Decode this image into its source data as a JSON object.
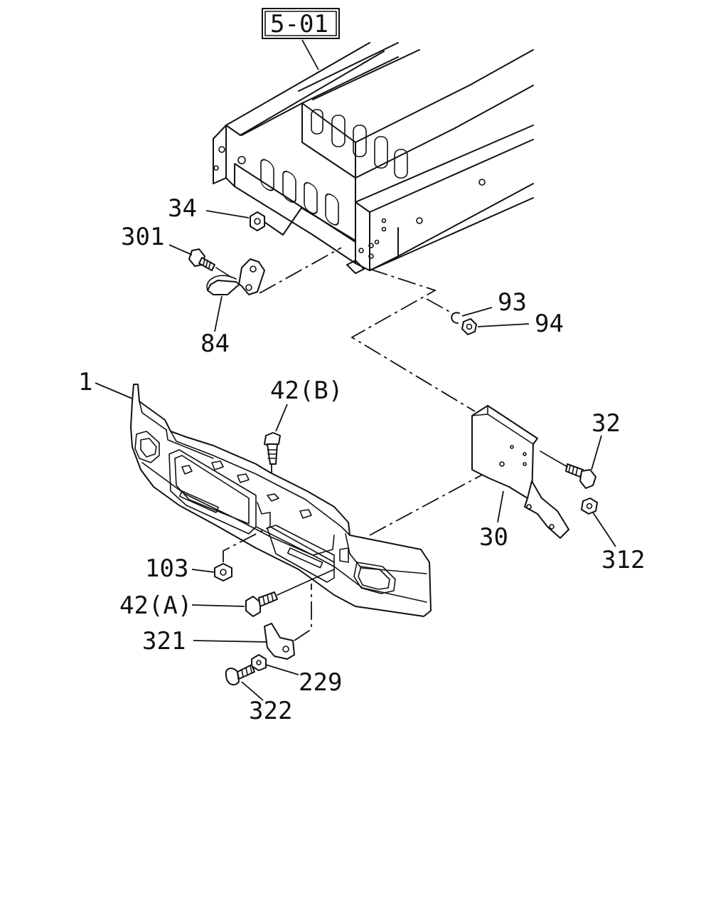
{
  "diagram": {
    "reference_box": "5-01",
    "labels": {
      "p34": "34",
      "p301": "301",
      "p84": "84",
      "p93": "93",
      "p94": "94",
      "p1": "1",
      "p42b": "42(B)",
      "p32": "32",
      "p30": "30",
      "p312": "312",
      "p103": "103",
      "p42a": "42(A)",
      "p321": "321",
      "p229": "229",
      "p322": "322"
    }
  }
}
